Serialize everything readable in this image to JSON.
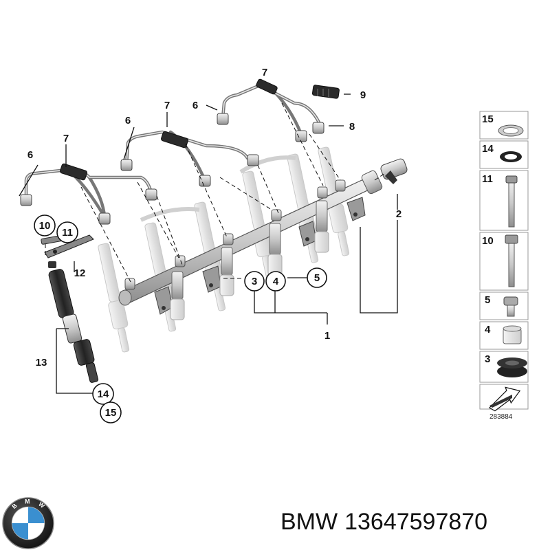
{
  "callouts": {
    "c1": "1",
    "c2": "2",
    "c3": "3",
    "c4": "4",
    "c5": "5",
    "c6a": "6",
    "c6b": "6",
    "c6c": "6",
    "c7a": "7",
    "c7b": "7",
    "c7c": "7",
    "c8": "8",
    "c9": "9",
    "c10": "10",
    "c11": "11",
    "c12": "12",
    "c13": "13",
    "c14": "14",
    "c15": "15"
  },
  "legend": {
    "items": [
      "15",
      "14",
      "11",
      "10",
      "5",
      "4",
      "3"
    ],
    "figure_number": "283884"
  },
  "caption": {
    "brand": "BMW",
    "part_number": "13647597870"
  },
  "logo": {
    "letters": [
      "B",
      "M",
      "W"
    ],
    "colors": {
      "ring": "#1a1a1a",
      "blue": "#3a8fd0",
      "white": "#ffffff"
    }
  }
}
